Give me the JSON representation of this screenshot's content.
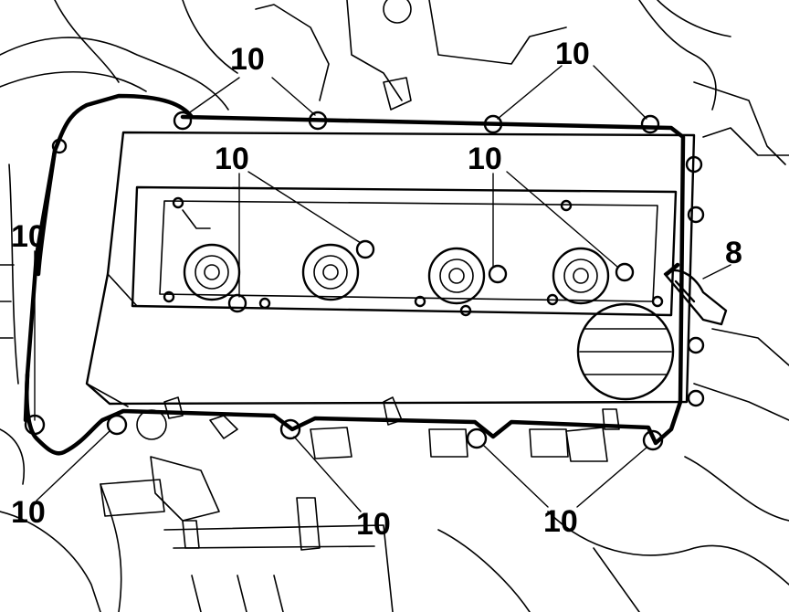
{
  "diagram": {
    "callouts": {
      "top_left": "10",
      "top_right": "10",
      "inner_left": "10",
      "inner_right": "10",
      "side_left": "10",
      "side_right": "8",
      "bottom_left": "10",
      "bottom_center": "10",
      "bottom_right": "10"
    },
    "colors": {
      "ink": "#000000",
      "paper": "#ffffff"
    }
  }
}
